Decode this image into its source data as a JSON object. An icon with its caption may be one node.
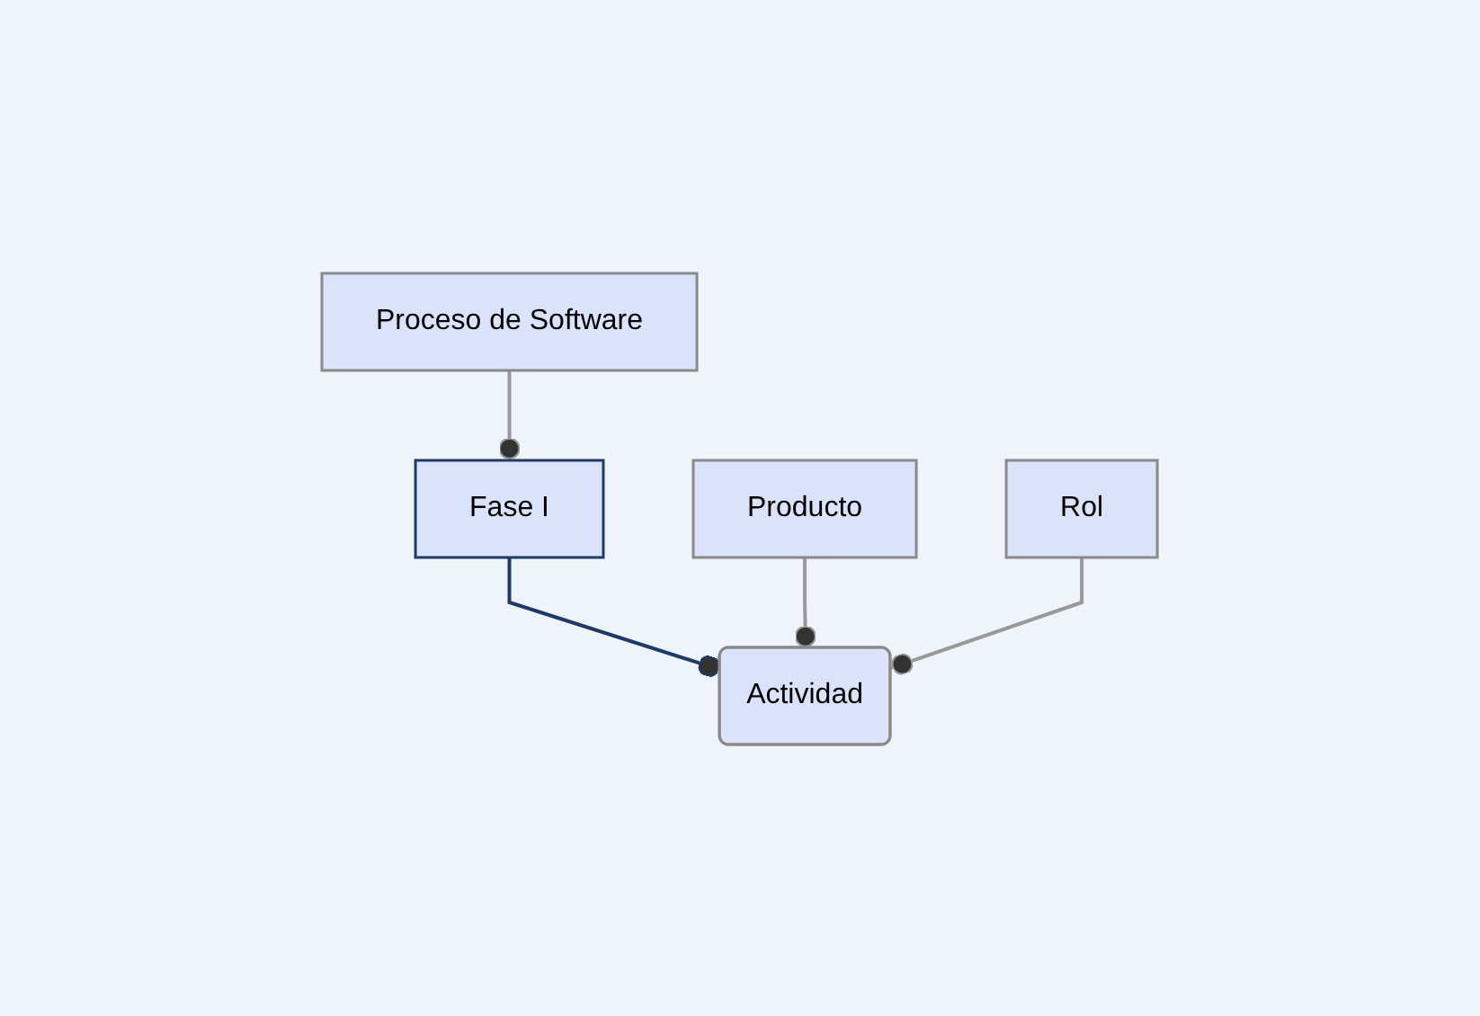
{
  "diagram": {
    "nodes": [
      {
        "text": [
          "Proceso de Software"
        ]
      },
      {
        "text": [
          "Fase I"
        ]
      },
      {
        "text": [
          "Actividad"
        ]
      },
      {
        "text": [
          "Producto"
        ]
      },
      {
        "text": [
          "Rol"
        ]
      }
    ],
    "edges": [
      {
        "from": 0,
        "to": 1,
        "arrow": "other"
      },
      {
        "from": 1,
        "to": 2,
        "arrow": "other",
        "color": "#1f3a66"
      },
      {
        "from": 3,
        "to": 2,
        "arrow": "other"
      },
      {
        "from": 4,
        "to": 2,
        "arrow": "other"
      }
    ]
  }
}
